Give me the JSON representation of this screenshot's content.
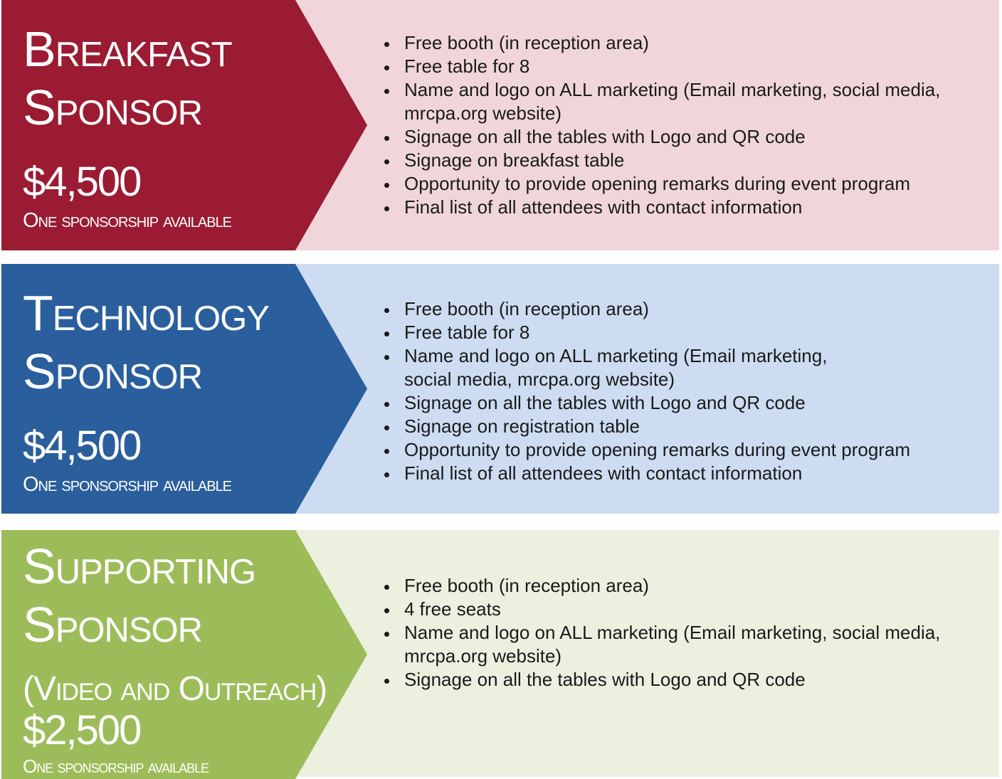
{
  "colors": {
    "breakfast": "#9a1b32",
    "breakfast_bg": "#f0d6da",
    "technology": "#2a5e9c",
    "technology_bg": "#cddcf1",
    "supporting": "#9cbc59",
    "supporting_bg": "#ecf0df"
  },
  "breakfast": {
    "title1": "Breakfast",
    "title2": "Sponsor",
    "price": "$4,500",
    "availability": "One sponsorship available",
    "benefits": [
      "Free booth (in reception area)",
      "Free table for 8",
      "Name and logo on ALL marketing (Email marketing, social media, mrcpa.org website)",
      "Signage on all the tables with Logo and QR code",
      "Signage on breakfast table",
      "Opportunity to provide opening remarks during event program",
      "Final list of all attendees with contact information"
    ]
  },
  "technology": {
    "title1": "Technology",
    "title2": "Sponsor",
    "price": "$4,500",
    "availability": "One sponsorship available",
    "benefits": [
      "Free booth (in reception area)",
      "Free table for 8",
      "Name and logo on ALL marketing (Email marketing, social media, mrcpa.org website)",
      "Signage on all the tables with Logo and QR code",
      "Signage on registration table",
      "Opportunity to provide opening remarks during event program",
      "Final list of all attendees with contact information"
    ]
  },
  "supporting": {
    "title1": "Supporting",
    "title2": "Sponsor",
    "title3": "(Video and Outreach)",
    "price": "$2,500",
    "availability": "One sponsorship available",
    "benefits": [
      "Free booth (in reception area)",
      "4 free seats",
      "Name and logo on ALL marketing (Email marketing, social media, mrcpa.org website)",
      "Signage on all the tables with Logo and QR code"
    ]
  }
}
